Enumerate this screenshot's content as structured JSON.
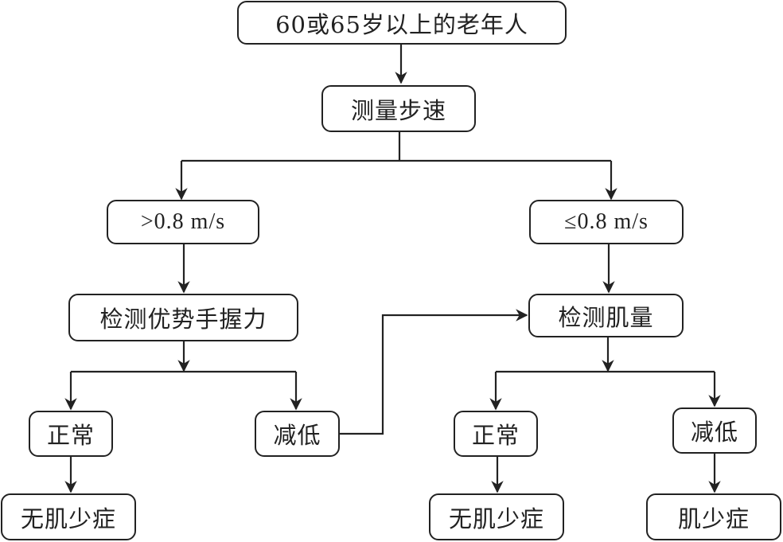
{
  "diagram": {
    "type": "flowchart",
    "nodes": {
      "elderly": "60或65岁以上的老年人",
      "gait_speed": "测量步速",
      "fast": ">0.8 m/s",
      "slow": "≤0.8 m/s",
      "grip": "检测优势手握力",
      "muscle_mass": "检测肌量",
      "grip_normal": "正常",
      "grip_low": "减低",
      "mass_normal": "正常",
      "mass_low": "减低",
      "no_sarcopenia_left": "无肌少症",
      "no_sarcopenia_right": "无肌少症",
      "sarcopenia": "肌少症"
    },
    "edges": [
      [
        "elderly",
        "gait_speed"
      ],
      [
        "gait_speed",
        "fast"
      ],
      [
        "gait_speed",
        "slow"
      ],
      [
        "fast",
        "grip"
      ],
      [
        "slow",
        "muscle_mass"
      ],
      [
        "grip",
        "grip_normal"
      ],
      [
        "grip",
        "grip_low"
      ],
      [
        "grip_low",
        "muscle_mass"
      ],
      [
        "muscle_mass",
        "mass_normal"
      ],
      [
        "muscle_mass",
        "mass_low"
      ],
      [
        "grip_normal",
        "no_sarcopenia_left"
      ],
      [
        "mass_normal",
        "no_sarcopenia_right"
      ],
      [
        "mass_low",
        "sarcopenia"
      ]
    ]
  }
}
